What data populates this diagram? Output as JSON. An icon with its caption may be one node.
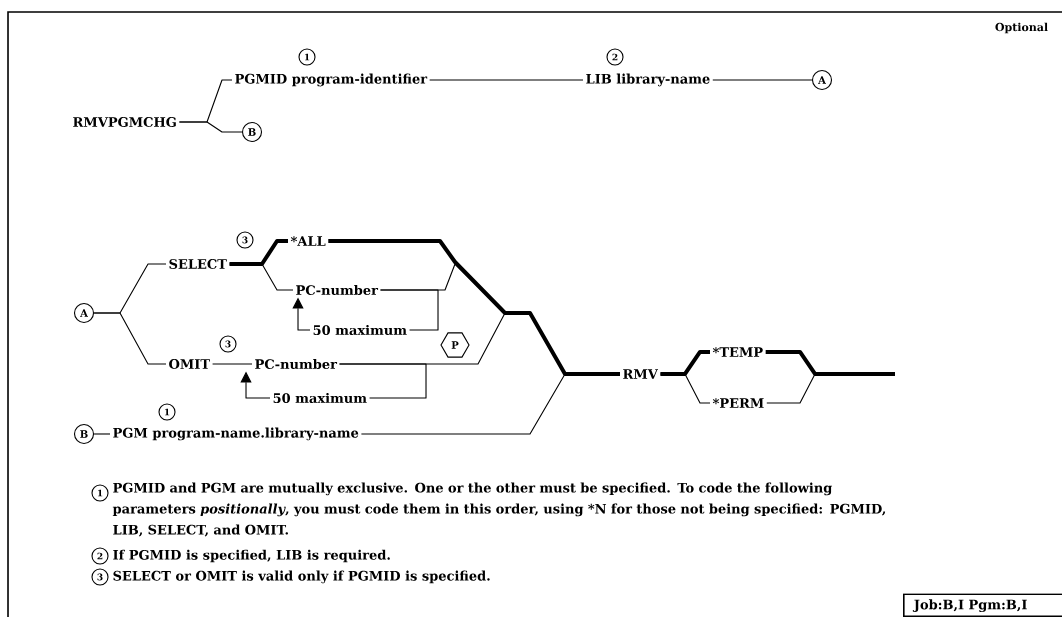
{
  "diagram": {
    "nodes": [
      {
        "text": [
          "RMVPGMCHG"
        ]
      },
      {
        "text": [
          "PGMID program-identifier"
        ]
      },
      {
        "text": [
          "LIB library-name"
        ]
      },
      {
        "text": [
          "A"
        ]
      },
      {
        "text": [
          "B"
        ]
      },
      {
        "text": [
          "A"
        ]
      },
      {
        "text": [
          "SELECT"
        ]
      },
      {
        "text": [
          "*ALL"
        ]
      },
      {
        "text": [
          "PC-number"
        ]
      },
      {
        "text": [
          "50 maximum"
        ]
      },
      {
        "text": [
          "OMIT"
        ]
      },
      {
        "text": [
          "PC-number"
        ]
      },
      {
        "text": [
          "50 maximum"
        ]
      },
      {
        "text": [
          "P"
        ]
      },
      {
        "text": [
          "B"
        ]
      },
      {
        "text": [
          "PGM program-name.library-name"
        ]
      },
      {
        "text": [
          "RMV"
        ]
      },
      {
        "text": [
          "*TEMP"
        ]
      },
      {
        "text": [
          "*PERM"
        ]
      },
      {
        "text": [
          "Job:B,I Pgm:B,I"
        ]
      }
    ],
    "edges": [
      {
        "from": 0,
        "to": 1,
        "arrow": "none"
      },
      {
        "from": 0,
        "to": 4,
        "arrow": "none"
      },
      {
        "from": 1,
        "to": 2,
        "arrow": "none"
      },
      {
        "from": 2,
        "to": 3,
        "arrow": "none"
      },
      {
        "from": 5,
        "to": 6,
        "arrow": "none"
      },
      {
        "from": 5,
        "to": 10,
        "arrow": "none"
      },
      {
        "from": 6,
        "to": 7,
        "arrow": "none",
        "style": "thick"
      },
      {
        "from": 6,
        "to": 8,
        "arrow": "none"
      },
      {
        "from": 8,
        "to": 9,
        "arrow": "none"
      },
      {
        "from": 9,
        "to": 8,
        "arrow": "to"
      },
      {
        "from": 7,
        "to": 16,
        "arrow": "none",
        "style": "thick"
      },
      {
        "from": 8,
        "to": 16,
        "arrow": "none"
      },
      {
        "from": 11,
        "to": 16,
        "arrow": "none"
      },
      {
        "from": 10,
        "to": 11,
        "arrow": "none"
      },
      {
        "from": 12,
        "to": 11,
        "arrow": "to"
      },
      {
        "from": 11,
        "to": 12,
        "arrow": "none"
      },
      {
        "from": 14,
        "to": 15,
        "arrow": "none"
      },
      {
        "from": 15,
        "to": 16,
        "arrow": "none"
      },
      {
        "from": 16,
        "to": 17,
        "arrow": "none",
        "style": "thick"
      },
      {
        "from": 16,
        "to": 18,
        "arrow": "none"
      },
      {
        "from": 17,
        "to": null,
        "arrow": "none",
        "style": "thick"
      },
      {
        "from": 18,
        "to": null,
        "arrow": "none"
      }
    ],
    "labels": [
      "Optional",
      "1",
      "2",
      "3",
      "3",
      "1",
      "1",
      "PGMID and PGM are mutually exclusive. One or the other must be specified. To code the following parameters *positionally*, you must code them in this order, using *N for those not being specified:  PGMID, LIB, SELECT, and OMIT.",
      "2",
      "If PGMID is specified, LIB is required.",
      "3",
      "SELECT or OMIT is valid only if PGMID is specified."
    ]
  }
}
